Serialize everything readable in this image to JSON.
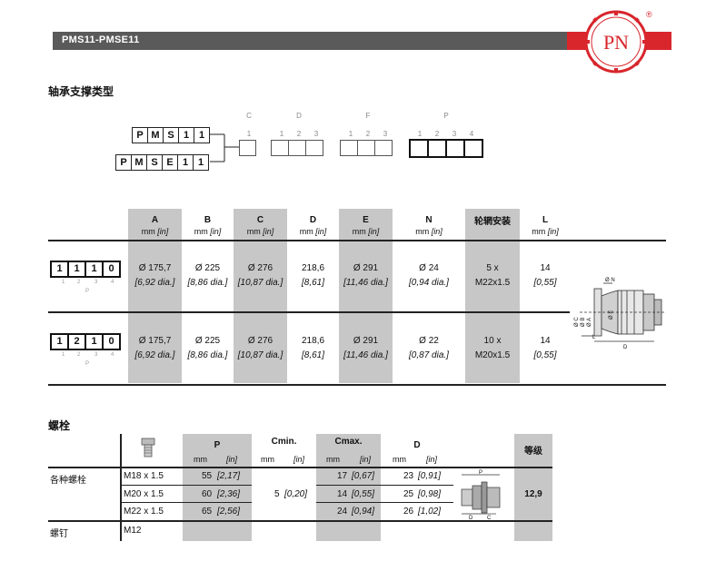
{
  "header": {
    "title": "PMS11-PMSE11",
    "logo_text": "PN",
    "registered": "®"
  },
  "section1": {
    "title": "轴承支撑类型"
  },
  "code_diagram": {
    "pms_letters": [
      "P",
      "M",
      "S",
      "1",
      "1"
    ],
    "pmse_letters": [
      "P",
      "M",
      "S",
      "E",
      "1",
      "1"
    ],
    "groups": [
      {
        "label": "C",
        "nums": [
          "1"
        ]
      },
      {
        "label": "D",
        "nums": [
          "1",
          "2",
          "3"
        ]
      },
      {
        "label": "F",
        "nums": [
          "1",
          "2",
          "3"
        ]
      },
      {
        "label": "P",
        "nums": [
          "1",
          "2",
          "3",
          "4"
        ]
      }
    ]
  },
  "dim_table": {
    "columns": [
      {
        "label": "A",
        "unit": "mm",
        "unit_in": "[in]"
      },
      {
        "label": "B",
        "unit": "mm",
        "unit_in": "[in]"
      },
      {
        "label": "C",
        "unit": "mm",
        "unit_in": "[in]"
      },
      {
        "label": "D",
        "unit": "mm",
        "unit_in": "[in]"
      },
      {
        "label": "E",
        "unit": "mm",
        "unit_in": "[in]"
      },
      {
        "label": "N",
        "unit": "mm",
        "unit_in": "[in]"
      },
      {
        "label": "轮辋安装",
        "unit": "",
        "unit_in": ""
      },
      {
        "label": "L",
        "unit": "mm",
        "unit_in": "[in]"
      }
    ],
    "rows": [
      {
        "code": [
          "1",
          "1",
          "1",
          "0"
        ],
        "code_nums": [
          "1",
          "2",
          "3",
          "4"
        ],
        "code_label": "P",
        "cells": [
          [
            "Ø 175,7",
            "[6,92 dia.]"
          ],
          [
            "Ø 225",
            "[8,86 dia.]"
          ],
          [
            "Ø 276",
            "[10,87 dia.]"
          ],
          [
            "218,6",
            "[8,61]"
          ],
          [
            "Ø 291",
            "[11,46 dia.]"
          ],
          [
            "Ø 24",
            "[0,94 dia.]"
          ],
          [
            "5 x",
            "M22x1.5"
          ],
          [
            "14",
            "[0,55]"
          ]
        ]
      },
      {
        "code": [
          "1",
          "2",
          "1",
          "0"
        ],
        "code_nums": [
          "1",
          "2",
          "3",
          "4"
        ],
        "code_label": "P",
        "cells": [
          [
            "Ø 175,7",
            "[6,92 dia.]"
          ],
          [
            "Ø 225",
            "[8,86 dia.]"
          ],
          [
            "Ø 276",
            "[10,87 dia.]"
          ],
          [
            "218,6",
            "[8,61]"
          ],
          [
            "Ø 291",
            "[11,46 dia.]"
          ],
          [
            "Ø 22",
            "[0,87 dia.]"
          ],
          [
            "10 x",
            "M20x1.5"
          ],
          [
            "14",
            "[0,55]"
          ]
        ]
      }
    ],
    "drawing_labels": {
      "n": "Ø N",
      "c": "Ø C",
      "b": "Ø B",
      "a": "Ø A",
      "e": "Ø E",
      "l": "L",
      "d": "D"
    }
  },
  "section2": {
    "title": "螺栓"
  },
  "bolt_table": {
    "headers": {
      "p": "P",
      "cmin": "Cmin.",
      "cmax": "Cmax.",
      "d": "D",
      "grade": "等级"
    },
    "units": {
      "mm": "mm",
      "in": "[in]"
    },
    "row_labels": {
      "bolts": "各种螺栓",
      "stud": "螺钉"
    },
    "rows": [
      {
        "size": "M18 x 1.5",
        "p": "55",
        "p_in": "[2,17]",
        "cmax": "17",
        "cmax_in": "[0,67]",
        "d": "23",
        "d_in": "[0,91]"
      },
      {
        "size": "M20 x 1.5",
        "p": "60",
        "p_in": "[2,36]",
        "cmax": "14",
        "cmax_in": "[0,55]",
        "d": "25",
        "d_in": "[0,98]"
      },
      {
        "size": "M22 x 1.5",
        "p": "65",
        "p_in": "[2,56]",
        "cmax": "24",
        "cmax_in": "[0,94]",
        "d": "26",
        "d_in": "[1,02]"
      }
    ],
    "cmin_value": "5",
    "cmin_in": "[0,20]",
    "grade_value": "12,9",
    "stud_size": "M12",
    "drawing_labels": {
      "p": "P",
      "d": "D",
      "c": "C"
    }
  }
}
